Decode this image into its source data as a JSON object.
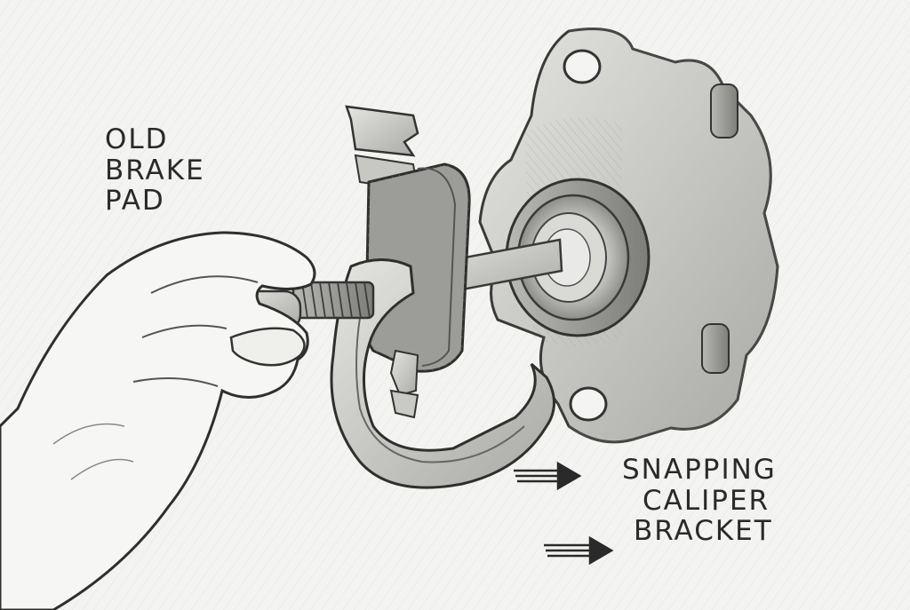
{
  "labels": {
    "old_pad": [
      "OLD",
      "BRAKE",
      "PAD"
    ],
    "snapping": [
      "SNAPPING",
      "CALIPER",
      "BRACKET"
    ]
  },
  "colors": {
    "background": "#f3f3f1",
    "ink": "#2a2a2a",
    "metal_light": "#d6d6d3",
    "metal_dark": "#8a8a86"
  }
}
